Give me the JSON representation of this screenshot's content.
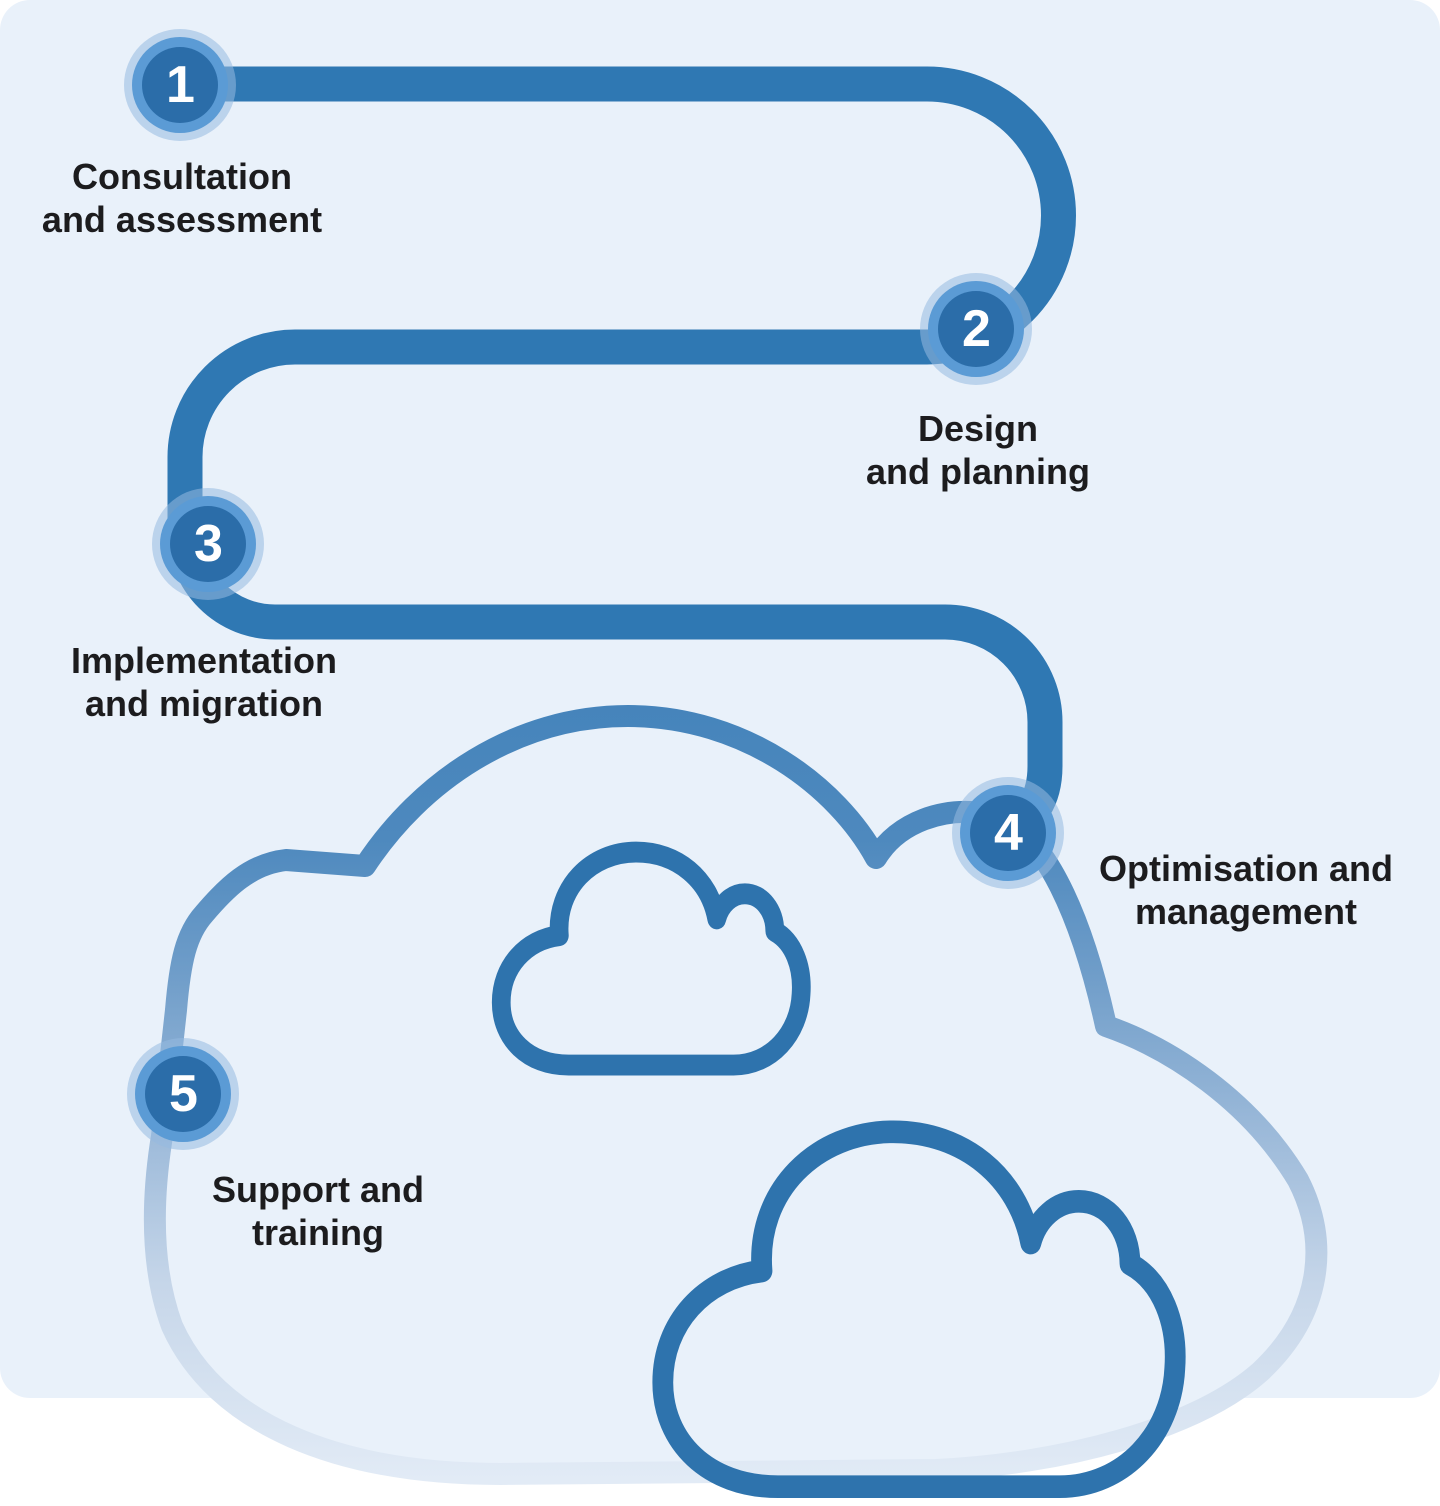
{
  "diagram": {
    "type": "process-flow",
    "step_count": 5,
    "steps": [
      {
        "number": "1",
        "label": "Consultation and assessment",
        "line1": "Consultation",
        "line2": "and assessment"
      },
      {
        "number": "2",
        "label": "Design and planning",
        "line1": "Design",
        "line2": "and planning"
      },
      {
        "number": "3",
        "label": "Implementation and migration",
        "line1": "Implementation",
        "line2": "and migration"
      },
      {
        "number": "4",
        "label": "Optimisation and management",
        "line1": "Optimisation and",
        "line2": "management"
      },
      {
        "number": "5",
        "label": "Support and training",
        "line1": "Support and",
        "line2": "training"
      }
    ],
    "icons": {
      "small_cloud": "cloud-outline-icon",
      "large_cloud": "cloud-outline-icon",
      "background_cloud": "cloud-outline-icon"
    },
    "colors": {
      "background_panel": "#e9f1fa",
      "page": "#ffffff",
      "path": "#2f78b3",
      "node_inner": "#2b6da9",
      "node_ring": "#5b9bd5",
      "node_halo": "rgba(150,186,224,0.55)",
      "cloud_outline": "#2e73ad",
      "label_text": "#1c1c1e",
      "number_text": "#ffffff"
    }
  }
}
